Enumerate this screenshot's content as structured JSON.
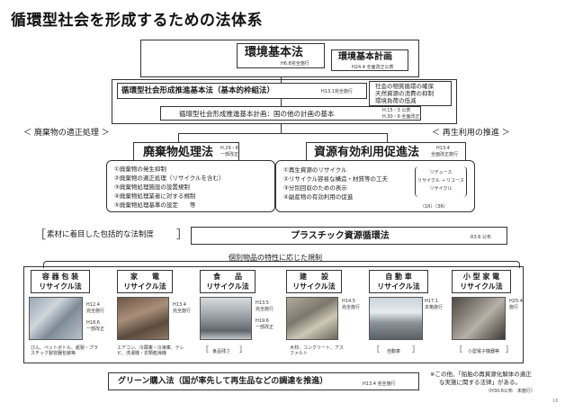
{
  "title": "循環型社会を形成するための法体系",
  "basic_law": {
    "name": "環境基本法",
    "note": "H6.8完全施行"
  },
  "basic_plan": {
    "name": "環境基本計画",
    "note": "H24.4 全面改正公表"
  },
  "framework_law": {
    "name": "循環型社会形成推進基本法（基本的枠組法）",
    "note": "H13.1完全施行"
  },
  "framework_goals": [
    "社会の物質循環の確保",
    "天然資源の消費の抑制",
    "環境負荷の低減"
  ],
  "framework_plan": {
    "name": "循環型社会形成推進基本計画：国の他の計画の基本",
    "note1": "H.15・3 公表",
    "note2": "H.30・6 全面改正"
  },
  "left_label": "＜ 廃棄物の適正処理 ＞",
  "right_label": "＜ 再生利用の推進 ＞",
  "waste_law": {
    "name": "廃棄物処理法",
    "note1": "H.29・6",
    "note2": "一部改正",
    "items": [
      "①廃棄物の発生抑制",
      "②廃棄物の適正処理（リサイクルを含む）",
      "③廃棄物処理施設の設置規制",
      "④廃棄物処理業者に対する規制",
      "⑤廃棄物処理基準の設定　　等"
    ]
  },
  "resource_law": {
    "name": "資源有効利用促進法",
    "note1": "H13.4",
    "note2": "全面改正施行",
    "items": [
      "①再生資源のリサイクル",
      "②リサイクル容易な構造・材質等の工夫",
      "③分別回収のための表示",
      "④副産物の有効利用の促進"
    ],
    "side_reuse": "リデュース",
    "side_recycle": "リサイクル → リユース",
    "side_recycle2": "リサイクル",
    "side_counts": "（1R）（3R）"
  },
  "material_label": "素材に着目した包括的な法制度",
  "plastic_law": {
    "name": "プラスチック資源循環法",
    "note": "R3.6 公布"
  },
  "individual_label": "個別物品の特性に応じた規制",
  "recycle_laws": [
    {
      "name1": "容 器 包 装",
      "name2": "リサイクル法",
      "note1": "H12.4",
      "note2": "完全施行",
      "note3": "H18.6",
      "note4": "一部改正",
      "items": "びん、ペットボトル、紙製・プラスチック製容器包装等"
    },
    {
      "name1": "家　　電",
      "name2": "リサイクル法",
      "note1": "H13.4",
      "note2": "完全施行",
      "note3": "",
      "note4": "",
      "items": "エアコン、冷蔵庫・冷凍庫、テレビ、洗濯機・衣類乾燥機"
    },
    {
      "name1": "食　　品",
      "name2": "リサイクル法",
      "note1": "H13.5",
      "note2": "完全施行",
      "note3": "H19.6",
      "note4": "一部改正",
      "items": "食品残さ"
    },
    {
      "name1": "建　　設",
      "name2": "リサイクル法",
      "note1": "H14.5",
      "note2": "完全施行",
      "note3": "",
      "note4": "",
      "items": "木材、コンクリート、アスファルト"
    },
    {
      "name1": "自 動 車",
      "name2": "リサイクル法",
      "note1": "H17.1",
      "note2": "本格施行",
      "note3": "",
      "note4": "",
      "items": "自動車"
    },
    {
      "name1": "小 型 家 電",
      "name2": "リサイクル法",
      "note1": "H25.4",
      "note2": "施行",
      "note3": "",
      "note4": "",
      "items": "小型電子機器等"
    }
  ],
  "green_law": {
    "name": "グリーン購入法（国が率先して再生品などの調達を推進）",
    "note": "H13.4 完全施行"
  },
  "footnote": {
    "line1": "※この他、「船舶の再資源化解体の適正",
    "line2": "な実施に関する法律」がある。",
    "line3": "（H30.6公布　未施行）"
  },
  "page_number": "18",
  "colors": {
    "line": "#333333",
    "box_border": "#333333",
    "background": "#ffffff"
  }
}
